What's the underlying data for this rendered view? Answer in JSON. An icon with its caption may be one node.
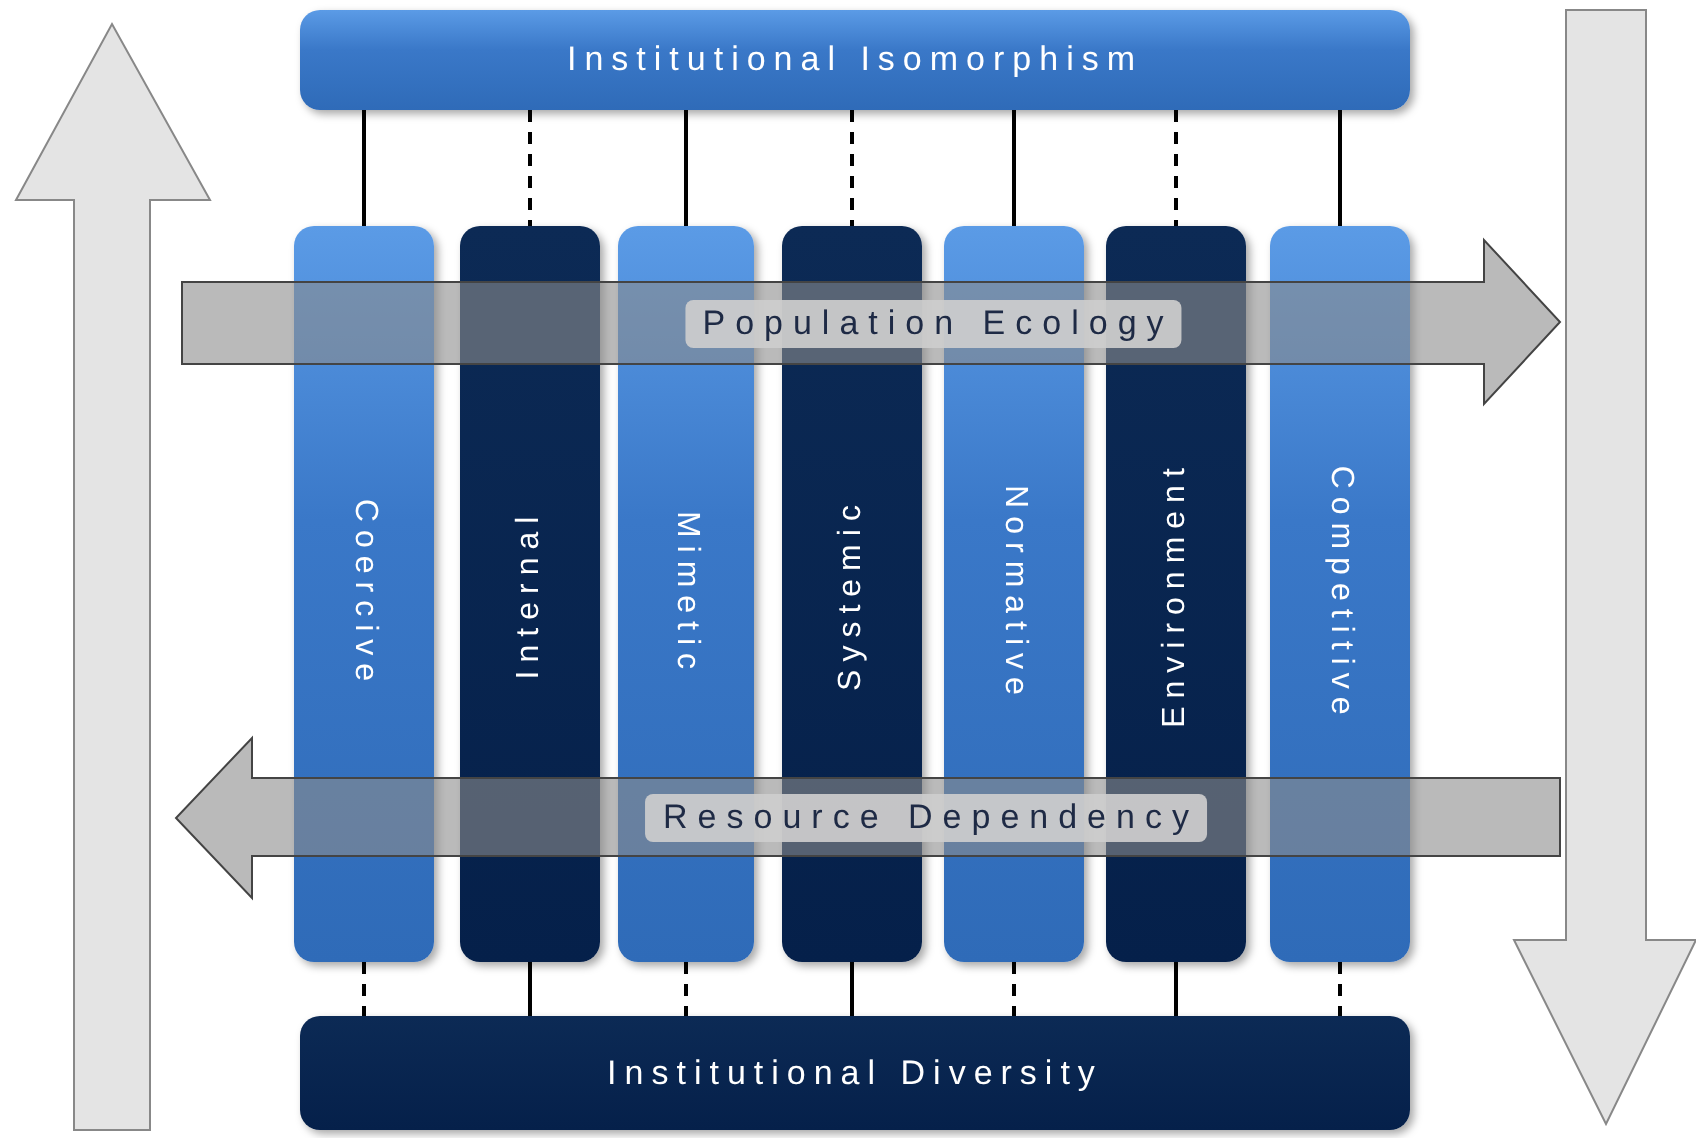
{
  "diagram": {
    "nodes": [
      {
        "text": [
          "Institutional Isomorphism"
        ]
      },
      {
        "text": [
          "Population Ecology"
        ]
      },
      {
        "text": [
          "Coercive"
        ]
      },
      {
        "text": [
          "Internal"
        ]
      },
      {
        "text": [
          "Mimetic"
        ]
      },
      {
        "text": [
          "Systemic"
        ]
      },
      {
        "text": [
          "Normative"
        ]
      },
      {
        "text": [
          "Environment"
        ]
      },
      {
        "text": [
          "Competitive"
        ]
      },
      {
        "text": [
          "Resource Dependency"
        ]
      },
      {
        "text": [
          "Institutional Diversity"
        ]
      }
    ],
    "edges": [
      {
        "from": 0,
        "to": 2,
        "arrow": "none"
      },
      {
        "from": 0,
        "to": 3,
        "arrow": "none",
        "style": "dashed"
      },
      {
        "from": 0,
        "to": 4,
        "arrow": "none"
      },
      {
        "from": 0,
        "to": 5,
        "arrow": "none",
        "style": "dashed"
      },
      {
        "from": 0,
        "to": 6,
        "arrow": "none"
      },
      {
        "from": 0,
        "to": 7,
        "arrow": "none",
        "style": "dashed"
      },
      {
        "from": 0,
        "to": 8,
        "arrow": "none"
      },
      {
        "from": 2,
        "to": 10,
        "arrow": "none",
        "style": "dashed"
      },
      {
        "from": 3,
        "to": 10,
        "arrow": "none"
      },
      {
        "from": 4,
        "to": 10,
        "arrow": "none",
        "style": "dashed"
      },
      {
        "from": 5,
        "to": 10,
        "arrow": "none"
      },
      {
        "from": 6,
        "to": 10,
        "arrow": "none",
        "style": "dashed"
      },
      {
        "from": 7,
        "to": 10,
        "arrow": "none"
      },
      {
        "from": 8,
        "to": 10,
        "arrow": "none",
        "style": "dashed"
      }
    ]
  }
}
